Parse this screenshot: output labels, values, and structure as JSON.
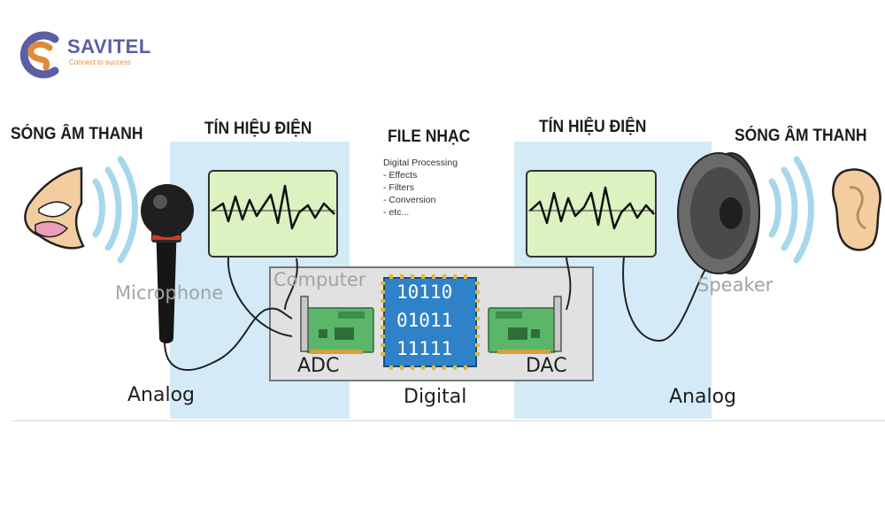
{
  "logo": {
    "name": "SAVITEL",
    "tagline": "Connect to success"
  },
  "headers": {
    "left_sound": "SÓNG ÂM THANH",
    "left_signal": "TÍN HIỆU ĐIỆN",
    "file": "FILE NHẠC",
    "right_signal": "TÍN HIỆU ĐIỆN",
    "right_sound": "SÓNG ÂM THANH"
  },
  "processing": {
    "title": "Digital Processing",
    "items": [
      "- Effects",
      "- Filters",
      "- Conversion",
      "- etc..."
    ]
  },
  "devices": {
    "microphone": "Microphone",
    "computer": "Computer",
    "speaker": "Speaker",
    "adc": "ADC",
    "dac": "DAC"
  },
  "binary": [
    "10110",
    "01011",
    "11111"
  ],
  "domains": {
    "left": "Analog",
    "center": "Digital",
    "right": "Analog"
  },
  "colors": {
    "band": "#d4ebf7",
    "scope_fill": "#dcf2c0",
    "board": "#5bb66a",
    "chip": "#2f82c7",
    "waves": "#a6d8ea",
    "logo_primary": "#5b5ea3",
    "logo_accent": "#e08a3a"
  }
}
